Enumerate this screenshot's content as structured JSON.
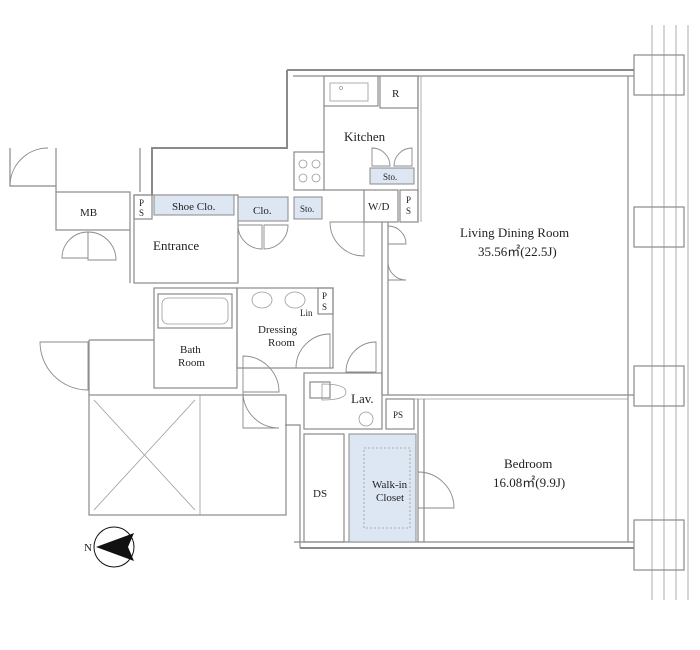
{
  "rooms": {
    "kitchen": "Kitchen",
    "living": "Living Dining Room",
    "living_area": "35.56㎡(22.5J)",
    "bedroom": "Bedroom",
    "bedroom_area": "16.08㎡(9.9J)",
    "entrance": "Entrance",
    "bath_line1": "Bath",
    "bath_line2": "Room",
    "dressing_line1": "Dressing",
    "dressing_line2": "Room",
    "lav": "Lav.",
    "walkin_line1": "Walk-in",
    "walkin_line2": "Closet",
    "ds": "DS",
    "mb": "MB"
  },
  "fixtures": {
    "refrigerator": "R",
    "washer_dryer": "W/D",
    "ps_kitchen_1": "P",
    "ps_kitchen_2": "S",
    "ps_entrance_1": "P",
    "ps_entrance_2": "S",
    "ps_dressing_1": "P",
    "ps_dressing_2": "S",
    "ps_bedroom": "PS",
    "shoe_closet": "Shoe Clo.",
    "closet": "Clo.",
    "storage_1": "Sto.",
    "storage_2": "Sto.",
    "linen": "Lin"
  },
  "compass": {
    "north": "N"
  },
  "colors": {
    "wall": "#8a8a8a",
    "closet_fill": "#dde6f3",
    "compass": "#111111"
  }
}
